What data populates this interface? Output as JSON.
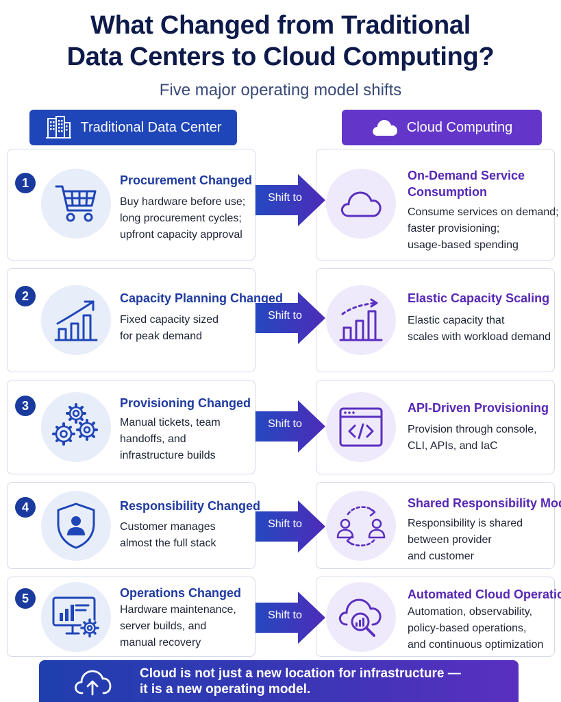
{
  "title_line1": "What Changed from Traditional",
  "title_line2": "Data Centers to Cloud Computing?",
  "subtitle": "Five major operating model shifts",
  "headers": {
    "left": "Traditional Data Center",
    "right": "Cloud Computing"
  },
  "arrow_label": "Shift to",
  "colors": {
    "traditional": "#1f46b8",
    "cloud": "#6336c9"
  },
  "rows": [
    {
      "number": "1",
      "left_icon": "shopping-cart-icon",
      "left_title": "Procurement Changed",
      "left_desc": "Buy hardware before use;\nlong procurement cycles;\nupfront capacity approval",
      "right_icon": "cloud-icon",
      "right_title": "On-Demand Service\nConsumption",
      "right_desc": "Consume services on demand;\nfaster provisioning;\nusage-based spending"
    },
    {
      "number": "2",
      "left_icon": "growth-chart-icon",
      "left_title": "Capacity Planning Changed",
      "left_desc": "Fixed capacity sized\nfor peak demand",
      "right_icon": "scaling-chart-icon",
      "right_title": "Elastic Capacity Scaling",
      "right_desc": "Elastic capacity that\nscales with workload demand"
    },
    {
      "number": "3",
      "left_icon": "gears-icon",
      "left_title": "Provisioning Changed",
      "left_desc": "Manual tickets, team\nhandoffs, and\ninfrastructure builds",
      "right_icon": "code-window-icon",
      "right_title": "API-Driven Provisioning",
      "right_desc": "Provision through console,\nCLI, APIs, and IaC"
    },
    {
      "number": "4",
      "left_icon": "shield-user-icon",
      "left_title": "Responsibility Changed",
      "left_desc": "Customer manages\nalmost the full stack",
      "right_icon": "shared-users-icon",
      "right_title": "Shared Responsibility Model",
      "right_desc": "Responsibility is shared\nbetween provider\nand customer"
    },
    {
      "number": "5",
      "left_icon": "monitor-gear-icon",
      "left_title": "Operations Changed",
      "left_desc": "Hardware maintenance,\nserver builds, and\nmanual recovery",
      "right_icon": "cloud-search-icon",
      "right_title": "Automated Cloud Operations",
      "right_desc": "Automation, observability,\npolicy-based operations,\nand continuous optimization"
    }
  ],
  "footer": {
    "icon": "cloud-upload-icon",
    "line1": "Cloud is not just a new location for infrastructure —",
    "line2": "it is a new operating model."
  }
}
